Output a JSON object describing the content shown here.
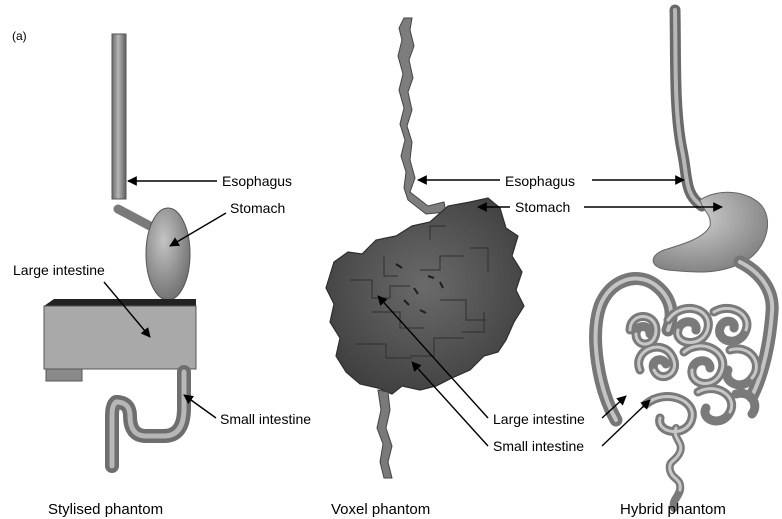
{
  "figure": {
    "panel_tag": "(a)",
    "captions": {
      "stylised": "Stylised phantom",
      "voxel": "Voxel phantom",
      "hybrid": "Hybrid phantom"
    },
    "labels": {
      "stylised": {
        "esophagus": "Esophagus",
        "stomach": "Stomach",
        "large_intestine": "Large intestine",
        "small_intestine": "Small intestine"
      },
      "voxel_hybrid": {
        "esophagus": "Esophagus",
        "stomach": "Stomach",
        "large_intestine": "Large intestine",
        "small_intestine": "Small intestine"
      }
    },
    "colors": {
      "organ_fill": "#9a9a9a",
      "organ_dark": "#555555",
      "voxel_fill": "#6f6f6f",
      "voxel_dark": "#3c3c3c",
      "hybrid_fill": "#a8a8a8",
      "leader_line": "#000000"
    }
  }
}
